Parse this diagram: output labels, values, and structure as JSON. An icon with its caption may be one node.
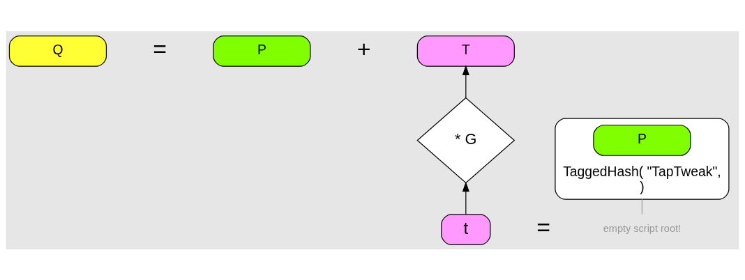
{
  "diagram": {
    "nodes": [
      {
        "text": [
          "Q"
        ]
      },
      {
        "text": [
          "P"
        ]
      },
      {
        "text": [
          "T"
        ]
      },
      {
        "text": [
          "* G"
        ]
      },
      {
        "text": [
          "t"
        ]
      },
      {
        "text": [
          "TaggedHash( \"TapTweak\",",
          ")"
        ]
      },
      {
        "text": [
          "P"
        ],
        "in": 5
      },
      {
        "text": [
          "empty script root!"
        ]
      }
    ],
    "edges": [
      {
        "from": 4,
        "to": 3,
        "arrow": "to"
      },
      {
        "from": 3,
        "to": 2,
        "arrow": "to"
      },
      {
        "from": 7,
        "to": 5,
        "arrow": "none",
        "color": "#999999"
      }
    ],
    "labels": [
      "=",
      "+",
      "="
    ]
  }
}
